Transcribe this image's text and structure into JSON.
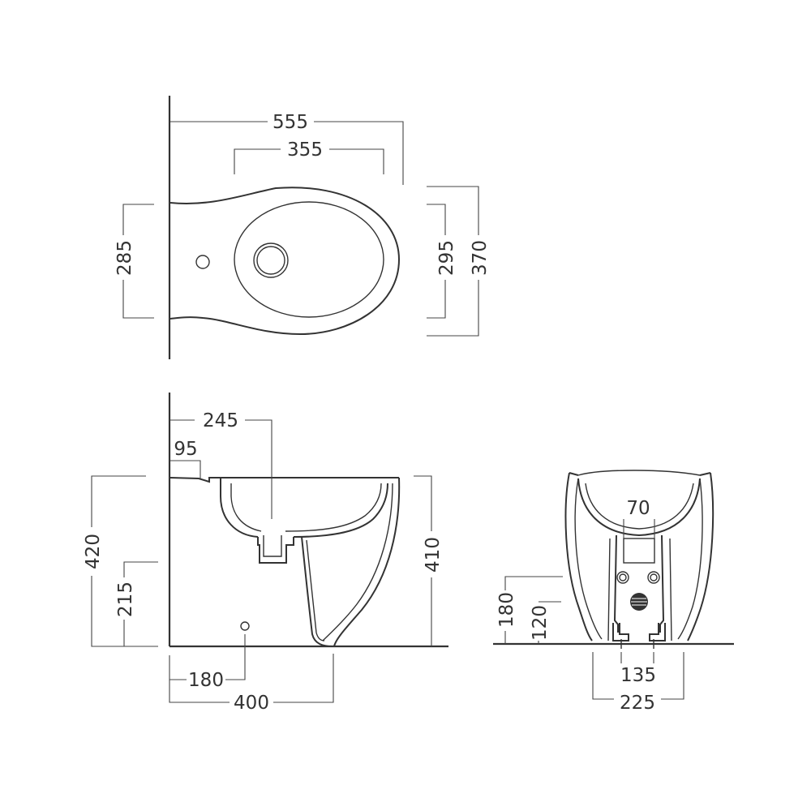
{
  "top_view": {
    "width_overall": "555",
    "bowl_length": "355",
    "depth_left": "285",
    "bowl_width": "295",
    "width_total": "370"
  },
  "side_view": {
    "bowl_offset": "245",
    "tap_offset": "95",
    "height_overall": "420",
    "drain_height": "215",
    "height_rim": "410",
    "floor_fix": "180",
    "depth_total": "400"
  },
  "front_view": {
    "outlet_width": "70",
    "inlet_height": "180",
    "fixing_height": "120",
    "fixing_spacing": "135",
    "base_width": "225"
  }
}
